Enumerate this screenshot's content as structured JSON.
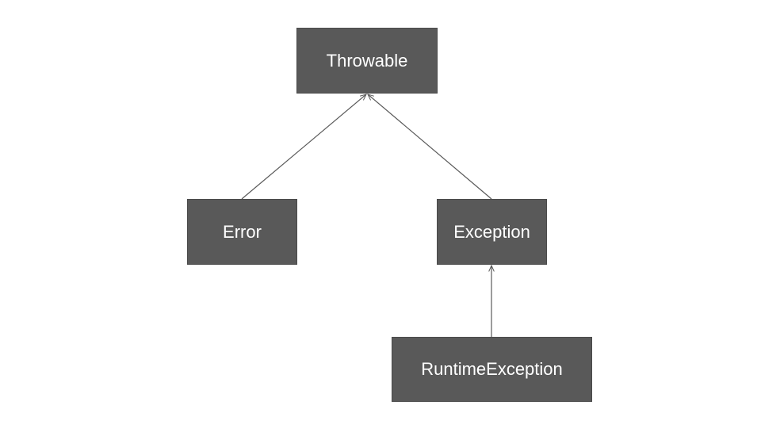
{
  "diagram": {
    "nodes": [
      {
        "id": "throwable",
        "label": "Throwable"
      },
      {
        "id": "error",
        "label": "Error"
      },
      {
        "id": "exception",
        "label": "Exception"
      },
      {
        "id": "runtime_exception",
        "label": "RuntimeException"
      }
    ],
    "edges": [
      {
        "from": "error",
        "to": "throwable",
        "arrow": "open"
      },
      {
        "from": "exception",
        "to": "throwable",
        "arrow": "open"
      },
      {
        "from": "runtime_exception",
        "to": "exception",
        "arrow": "open"
      }
    ]
  },
  "colors": {
    "node_fill": "#595959",
    "node_text": "#ffffff",
    "edge": "#595959",
    "background": "#ffffff"
  }
}
